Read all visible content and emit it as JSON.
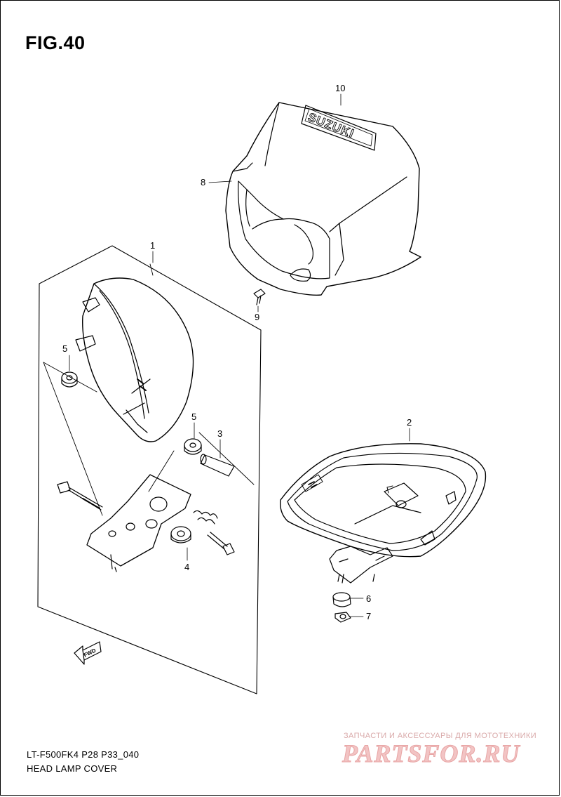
{
  "figure": {
    "title": "FIG.40",
    "code": "LT-F500FK4 P28 P33_040",
    "name": "HEAD LAMP COVER"
  },
  "callouts": [
    {
      "id": "c1",
      "label": "1"
    },
    {
      "id": "c2",
      "label": "2"
    },
    {
      "id": "c3",
      "label": "3"
    },
    {
      "id": "c4",
      "label": "4"
    },
    {
      "id": "c5a",
      "label": "5"
    },
    {
      "id": "c5b",
      "label": "5"
    },
    {
      "id": "c6",
      "label": "6"
    },
    {
      "id": "c7",
      "label": "7"
    },
    {
      "id": "c8",
      "label": "8"
    },
    {
      "id": "c9",
      "label": "9"
    },
    {
      "id": "c10",
      "label": "10"
    }
  ],
  "cover_logo": "SUZUKI",
  "direction_marker": "FWD",
  "watermark": {
    "tagline": "ЗАПЧАСТИ И АКСЕССУАРЫ ДЛЯ МОТОТЕХНИКИ",
    "logo": "PARTSFOR.RU"
  }
}
